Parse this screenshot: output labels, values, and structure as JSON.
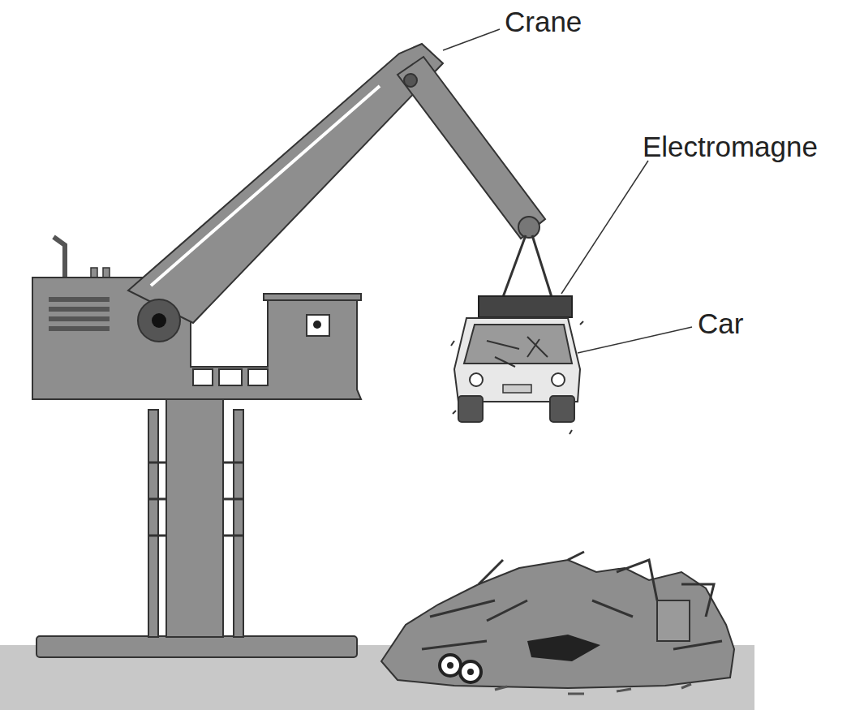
{
  "diagram": {
    "labels": [
      "Crane",
      "Electromagne",
      "Car"
    ]
  }
}
